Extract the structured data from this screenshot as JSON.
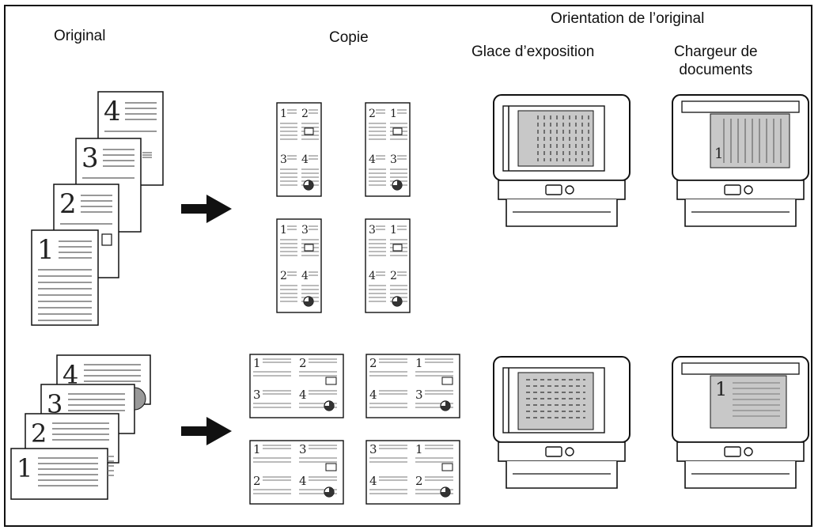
{
  "headers": {
    "original": "Original",
    "copie": "Copie",
    "orientation": "Orientation de l’original",
    "glace": "Glace d’exposition",
    "chargeur_line1": "Chargeur de",
    "chargeur_line2": "documents"
  },
  "page_numbers": [
    "1",
    "2",
    "3",
    "4"
  ],
  "copy_layouts": {
    "portrait": [
      [
        "1",
        "2",
        "3",
        "4"
      ],
      [
        "2",
        "1",
        "4",
        "3"
      ],
      [
        "1",
        "3",
        "2",
        "4"
      ],
      [
        "3",
        "1",
        "4",
        "2"
      ]
    ],
    "landscape": [
      [
        "1",
        "2",
        "3",
        "4"
      ],
      [
        "2",
        "1",
        "4",
        "3"
      ],
      [
        "1",
        "3",
        "2",
        "4"
      ],
      [
        "3",
        "1",
        "4",
        "2"
      ]
    ]
  },
  "colors": {
    "line": "#111111",
    "text_lines": "#777777",
    "scan_gray": "#c8c8c8"
  },
  "icons": [
    "right-arrow-icon",
    "copier-glass-icon",
    "copier-feeder-icon"
  ]
}
